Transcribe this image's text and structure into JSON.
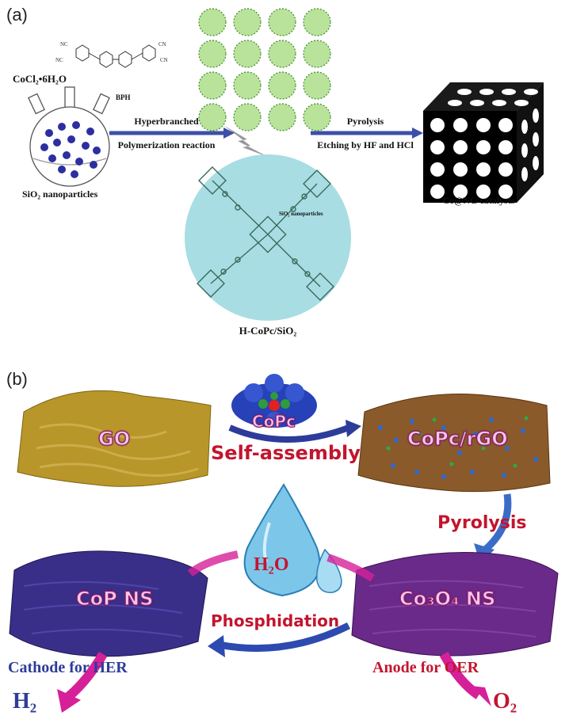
{
  "panel_a": {
    "label": "(a)",
    "reagent": "CoCl₂•6H₂O",
    "bph": "BPH",
    "flask_label": "SiO₂ nanoparticles",
    "arrow1_top": "Hyperbranched",
    "arrow1_bottom": "Polymerization reaction",
    "arrow2_top": "Pyrolysis",
    "arrow2_bottom": "Etching by HF and HCl",
    "catalyst_label": "Co@NG catalysts",
    "sphere_inner_label": "SiO₂ nanoparticles",
    "sphere_label": "H-CoPc/SiO₂",
    "colors": {
      "arrow": "#3d4fa8",
      "sphere": "#a8dde4",
      "bead": "#b9e39a",
      "flask_dots": "#2b2fa0"
    }
  },
  "panel_b": {
    "label": "(b)",
    "go": "GO",
    "copc": "CoPc",
    "self_assembly": "Self-assembly",
    "copc_rgo": "CoPc/rGO",
    "pyrolysis": "Pyrolysis",
    "water": "H₂O",
    "cop_ns": "CoP NS",
    "co3o4_ns": "Co₃O₄ NS",
    "phosphidation": "Phosphidation",
    "cathode": "Cathode for HER",
    "anode": "Anode for OER",
    "h2": "H₂",
    "o2": "O₂",
    "colors": {
      "go_sheet": "#b8962a",
      "cop_sheet": "#3a2f88",
      "co3o4_sheet": "#6a2a8a",
      "red": "#c3152e",
      "blue": "#2d3c9a",
      "pink_arrow": "#d6209a"
    }
  }
}
